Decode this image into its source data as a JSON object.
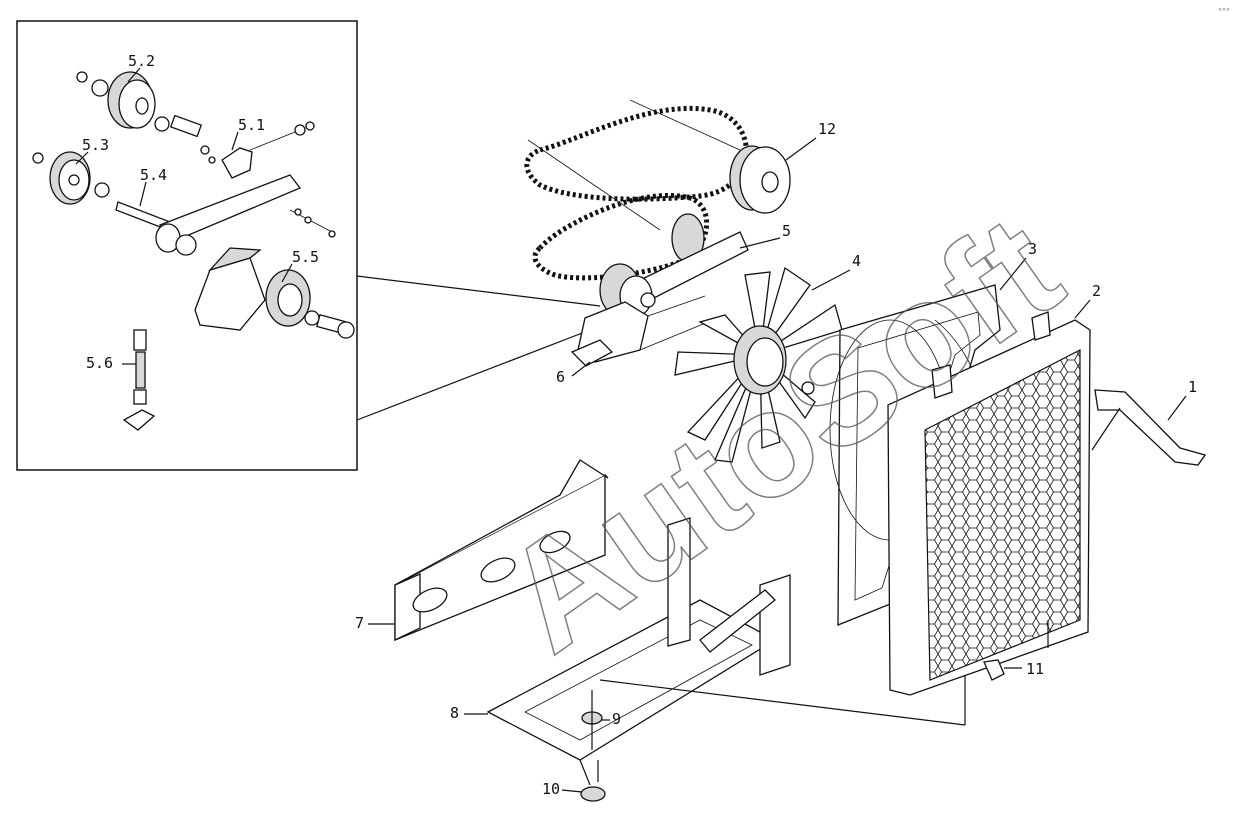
{
  "watermark": "AutoSoft",
  "corner_mark": "°°°",
  "inset_labels": {
    "p5_1": "5.1",
    "p5_2": "5.2",
    "p5_3": "5.3",
    "p5_4": "5.4",
    "p5_5": "5.5",
    "p5_6": "5.6"
  },
  "main_labels": {
    "p1": "1",
    "p2": "2",
    "p3": "3",
    "p4": "4",
    "p5": "5",
    "p6": "6",
    "p7": "7",
    "p8": "8",
    "p9": "9",
    "p10": "10",
    "p11": "11",
    "p12": "12"
  }
}
